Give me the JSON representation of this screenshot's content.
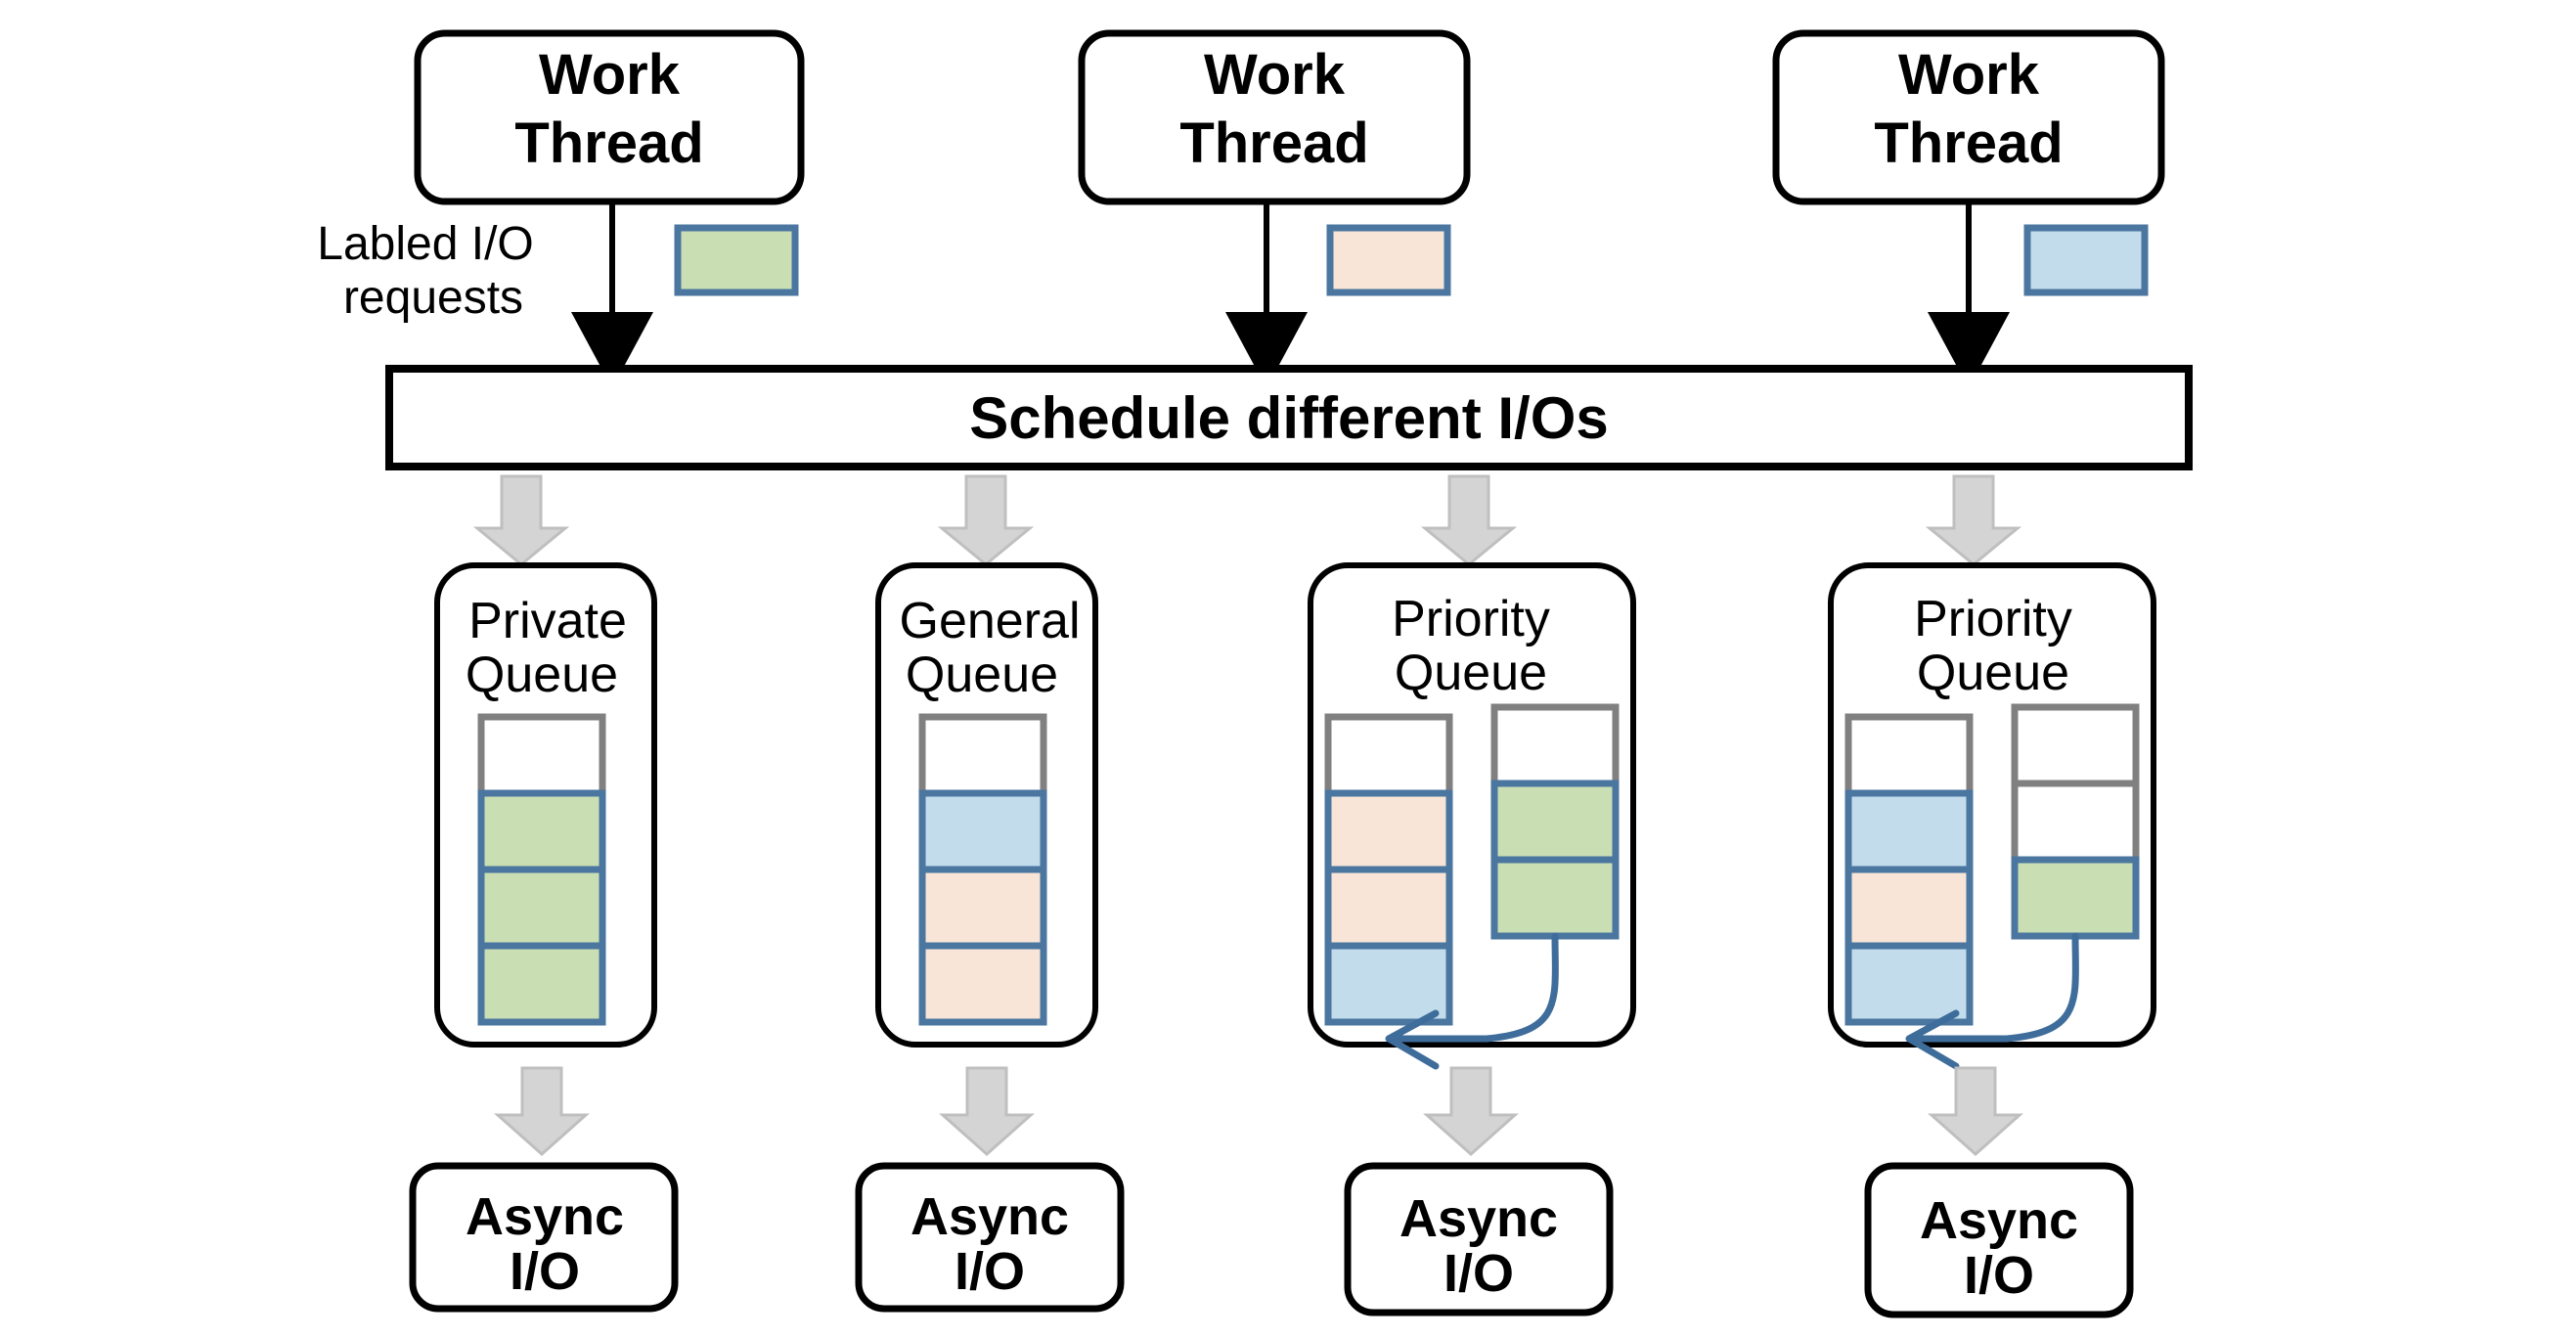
{
  "diagram": {
    "title": "Labeled I/O scheduling pipeline",
    "colors": {
      "green": "#c9deb3",
      "peach": "#f8e5d7",
      "blue": "#c2dcec",
      "cell_border": "#4a76a0",
      "empty_border": "#808080",
      "outline": "#000000",
      "fat_arrow": "#d4d4d4",
      "loop_arrow": "#3f6d9b"
    },
    "annotation": {
      "label_line1": "Labled I/O",
      "label_line2": "requests"
    },
    "work_threads": [
      {
        "line1": "Work",
        "line2": "Thread",
        "swatch_color": "green"
      },
      {
        "line1": "Work",
        "line2": "Thread",
        "swatch_color": "peach"
      },
      {
        "line1": "Work",
        "line2": "Thread",
        "swatch_color": "blue"
      }
    ],
    "scheduler": {
      "label": "Schedule different I/Os"
    },
    "queues": [
      {
        "name_line1": "Private",
        "name_line2": "Queue",
        "columns": [
          {
            "cells": [
              "empty",
              "green",
              "green",
              "green"
            ]
          }
        ],
        "has_loop_arrow": false
      },
      {
        "name_line1": "General",
        "name_line2": "Queue",
        "columns": [
          {
            "cells": [
              "empty",
              "blue",
              "peach",
              "peach"
            ]
          }
        ],
        "has_loop_arrow": false
      },
      {
        "name_line1": "Priority",
        "name_line2": "Queue",
        "columns": [
          {
            "cells": [
              "empty",
              "peach",
              "peach",
              "blue"
            ]
          },
          {
            "cells": [
              "empty",
              "green",
              "green"
            ]
          }
        ],
        "has_loop_arrow": true
      },
      {
        "name_line1": "Priority",
        "name_line2": "Queue",
        "columns": [
          {
            "cells": [
              "empty",
              "blue",
              "peach",
              "blue"
            ]
          },
          {
            "cells": [
              "empty",
              "empty",
              "green"
            ]
          }
        ],
        "has_loop_arrow": true
      }
    ],
    "outputs": [
      {
        "line1": "Async",
        "line2": "I/O"
      },
      {
        "line1": "Async",
        "line2": "I/O"
      },
      {
        "line1": "Async",
        "line2": "I/O"
      },
      {
        "line1": "Async",
        "line2": "I/O"
      }
    ]
  }
}
